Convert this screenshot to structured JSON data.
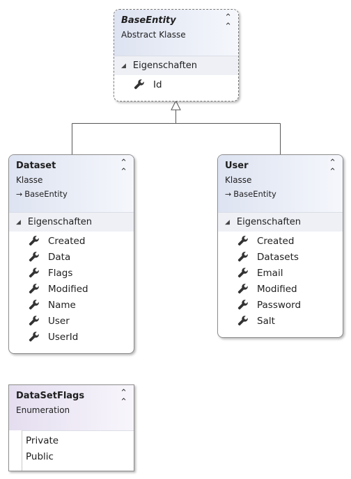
{
  "colors": {
    "header_class": "#dde3f1",
    "header_enum": "#e4ddef",
    "section": "#eef0f5",
    "border": "#8c8c8c",
    "connector": "#555555"
  },
  "icons": {
    "collapse": "double-chevron-up-icon",
    "section_toggle": "triangle-expanded-icon",
    "property": "wrench-icon",
    "inheritance": "arrow-right-icon"
  },
  "diagram": {
    "base_entity": {
      "name": "BaseEntity",
      "stereotype": "Abstract Klasse",
      "section_label": "Eigenschaften",
      "properties": [
        "Id"
      ]
    },
    "dataset": {
      "name": "Dataset",
      "stereotype": "Klasse",
      "base": "BaseEntity",
      "section_label": "Eigenschaften",
      "properties": [
        "Created",
        "Data",
        "Flags",
        "Modified",
        "Name",
        "User",
        "UserId"
      ]
    },
    "user": {
      "name": "User",
      "stereotype": "Klasse",
      "base": "BaseEntity",
      "section_label": "Eigenschaften",
      "properties": [
        "Created",
        "Datasets",
        "Email",
        "Modified",
        "Password",
        "Salt"
      ]
    },
    "dataset_flags": {
      "name": "DataSetFlags",
      "stereotype": "Enumeration",
      "values": [
        "Private",
        "Public"
      ]
    }
  }
}
